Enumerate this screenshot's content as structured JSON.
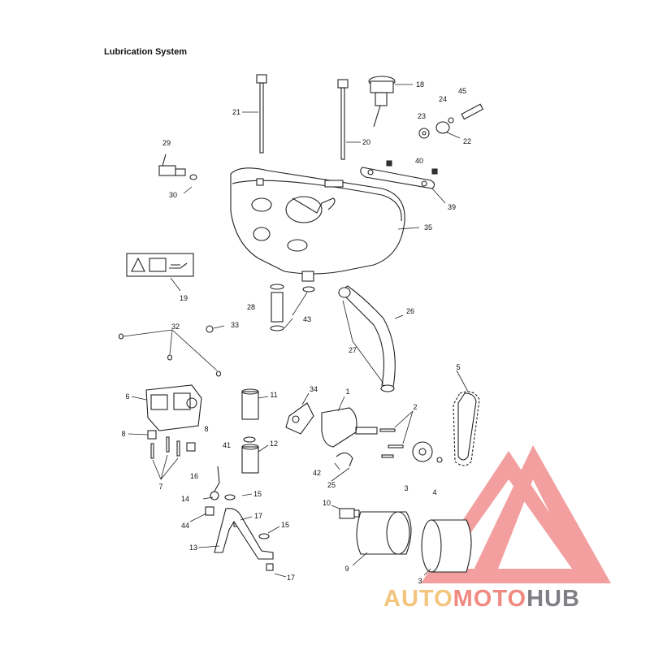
{
  "title": "Lubrication System",
  "labels": [
    "1",
    "2",
    "3",
    "3",
    "4",
    "5",
    "6",
    "7",
    "8",
    "8",
    "9",
    "10",
    "11",
    "12",
    "13",
    "14",
    "15",
    "15",
    "16",
    "17",
    "17",
    "18",
    "19",
    "20",
    "21",
    "22",
    "23",
    "24",
    "25",
    "26",
    "27",
    "28",
    "29",
    "30",
    "32",
    "33",
    "34",
    "35",
    "39",
    "40",
    "41",
    "42",
    "43",
    "44",
    "45"
  ],
  "watermark": {
    "part1": "AUTO",
    "part2": "MOTO",
    "part3": "HUB",
    "colors": {
      "auto": "#f3c57e",
      "moto": "#f08a80",
      "hub": "#7f8085",
      "logo": "#f08080"
    }
  }
}
